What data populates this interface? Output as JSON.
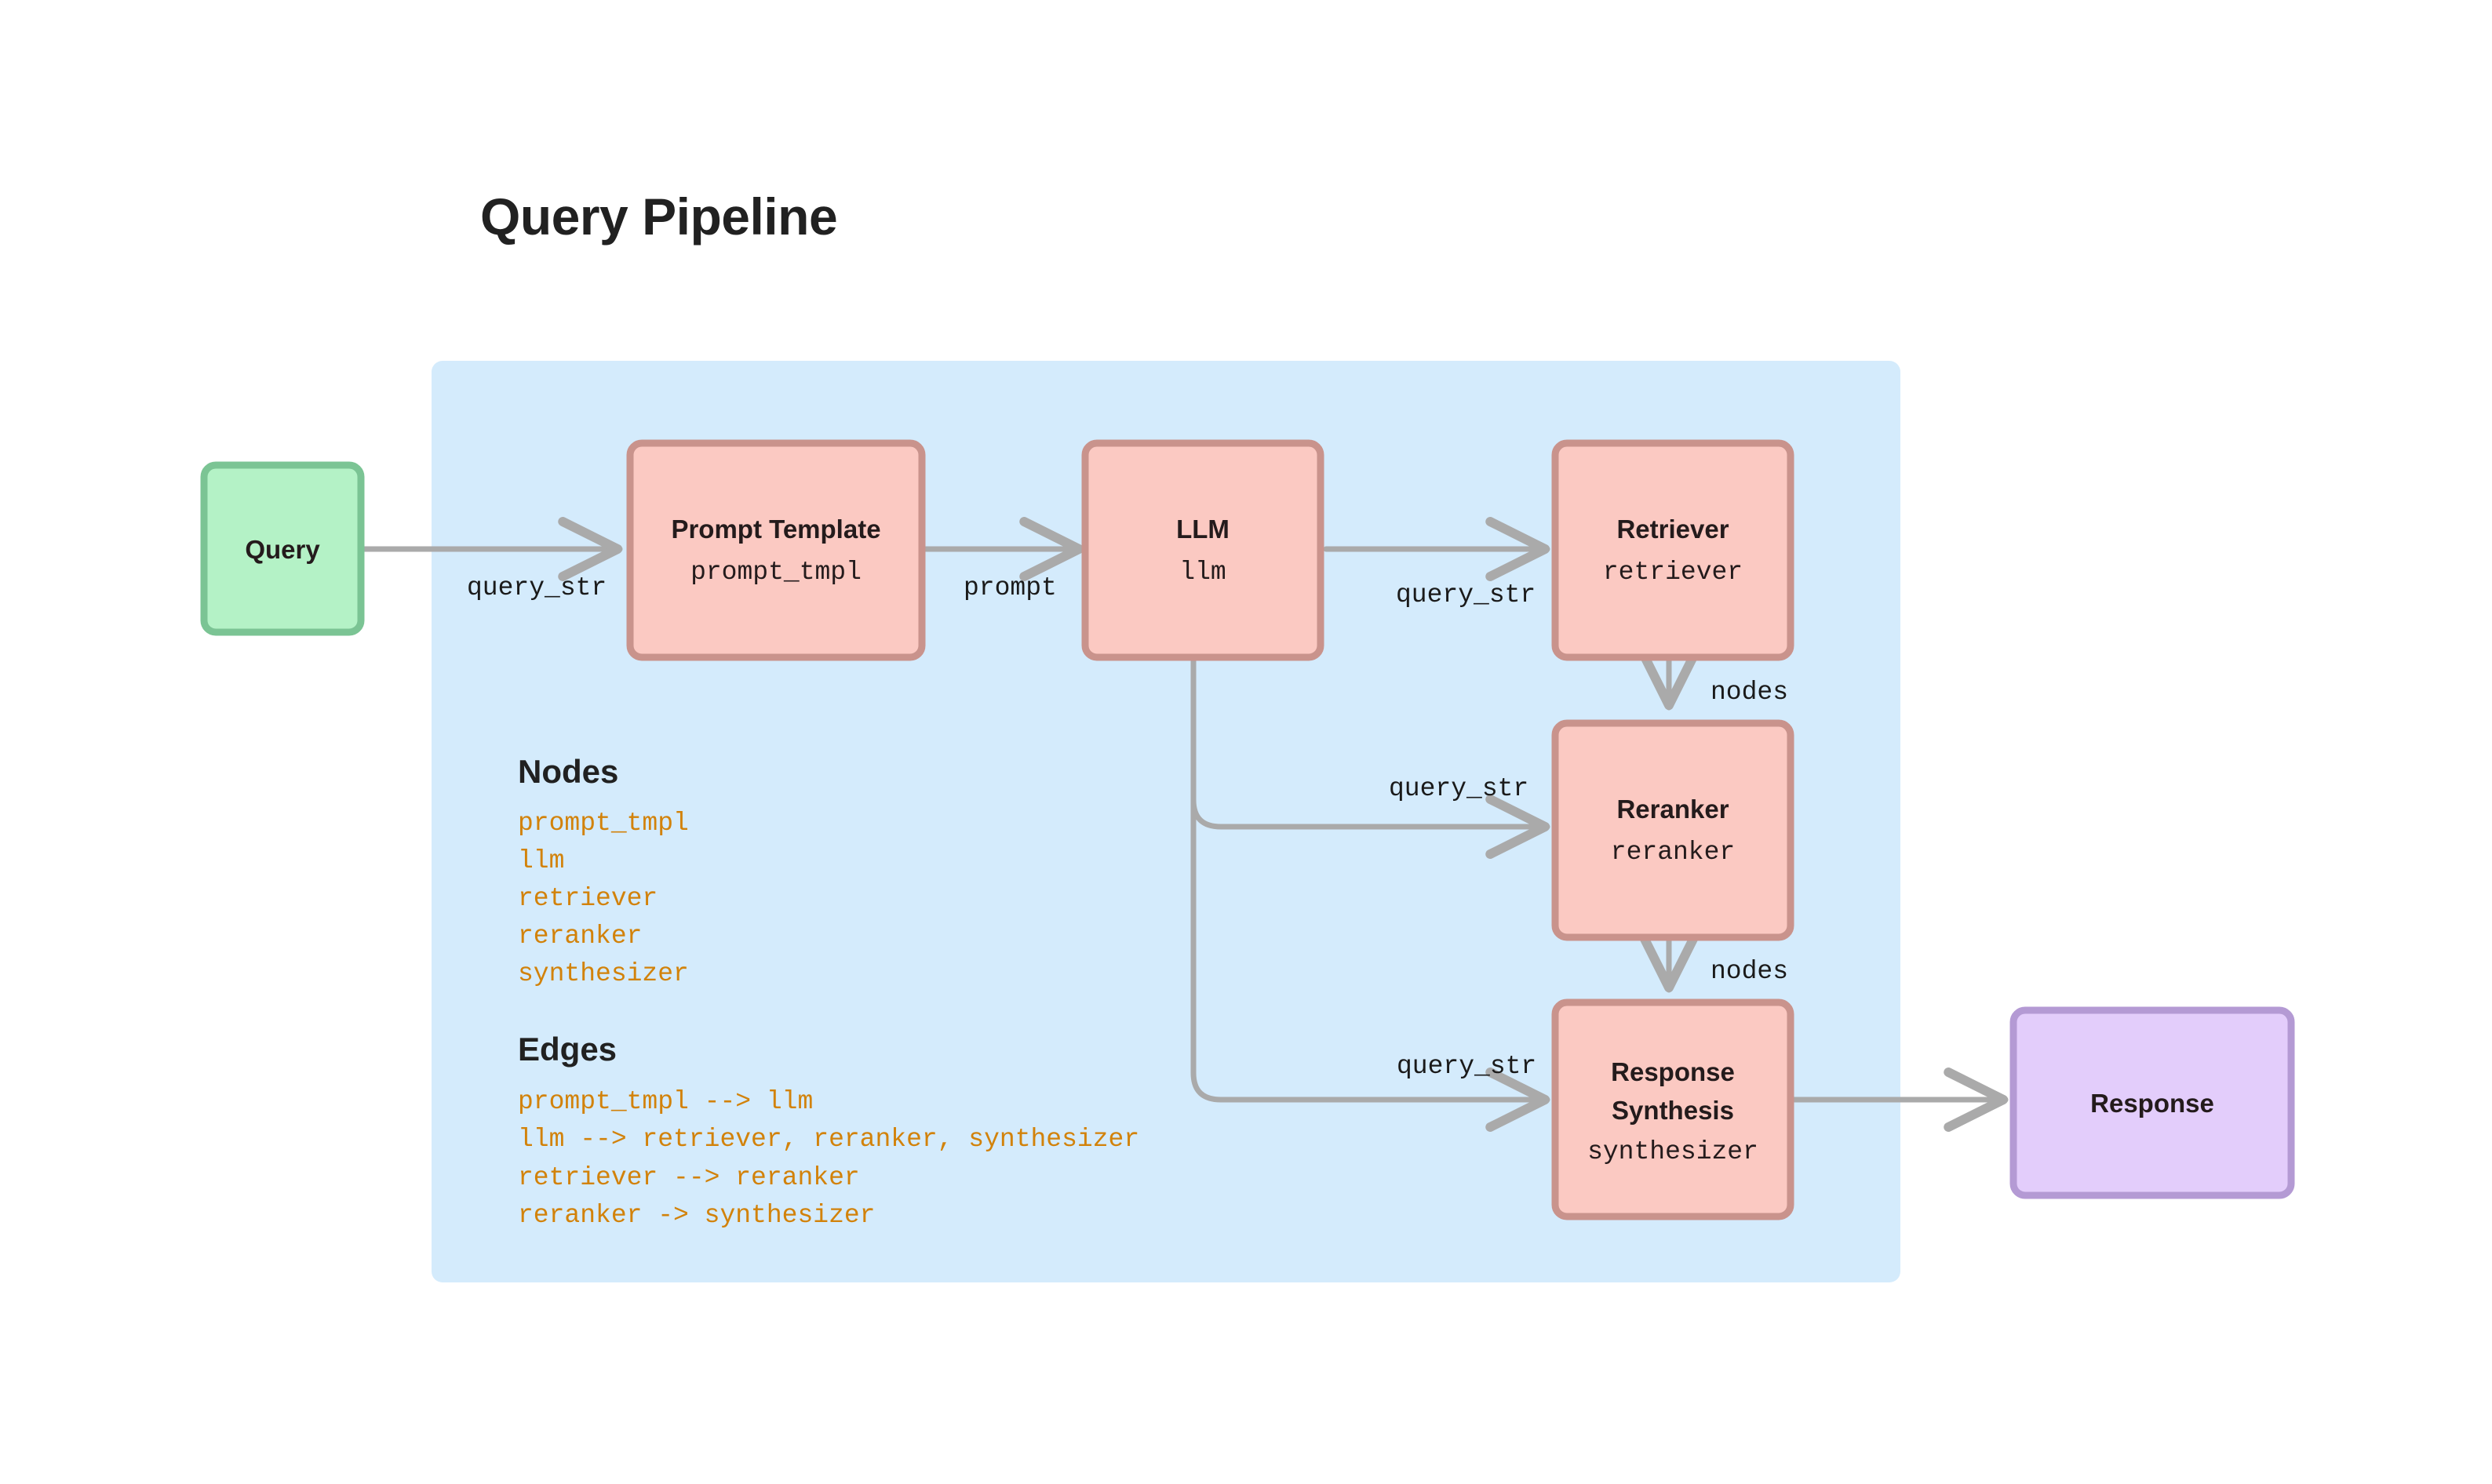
{
  "page": {
    "title": "Query Pipeline",
    "background": "#ffffff"
  },
  "colors": {
    "panel_fill": "#d4ebfc",
    "node_fill": "#fbc9c2",
    "node_border": "#c9938c",
    "input_fill": "#b4f2c6",
    "input_border": "#7bc494",
    "output_fill": "#e3cdfb",
    "output_border": "#b49ad4",
    "arrow": "#aaaaaa",
    "text_dark": "#241b1c",
    "legend_code": "#d2820a",
    "title_color": "#212121"
  },
  "nodes": [
    {
      "id": "query",
      "title": "Query",
      "subtitle": "",
      "kind": "input"
    },
    {
      "id": "prompt_tmpl",
      "title": "Prompt Template",
      "subtitle": "prompt_tmpl",
      "kind": "module"
    },
    {
      "id": "llm",
      "title": "LLM",
      "subtitle": "llm",
      "kind": "module"
    },
    {
      "id": "retriever",
      "title": "Retriever",
      "subtitle": "retriever",
      "kind": "module"
    },
    {
      "id": "reranker",
      "title": "Reranker",
      "subtitle": "reranker",
      "kind": "module"
    },
    {
      "id": "synthesizer",
      "title": "Response Synthesis",
      "subtitle": "synthesizer",
      "kind": "module"
    },
    {
      "id": "response",
      "title": "Response",
      "subtitle": "",
      "kind": "output"
    }
  ],
  "edge_labels": {
    "query_to_prompt": "query_str",
    "prompt_to_llm": "prompt",
    "llm_to_retriever": "query_str",
    "retriever_to_reranker": "nodes",
    "llm_to_reranker": "query_str",
    "reranker_to_synth": "nodes",
    "llm_to_synth": "query_str"
  },
  "legend": {
    "nodes_heading": "Nodes",
    "nodes_list": [
      "prompt_tmpl",
      "llm",
      "retriever",
      "reranker",
      "synthesizer"
    ],
    "edges_heading": "Edges",
    "edges_list": [
      "prompt_tmpl --> llm",
      "llm --> retriever, reranker, synthesizer",
      "retriever --> reranker",
      "reranker -> synthesizer"
    ]
  }
}
